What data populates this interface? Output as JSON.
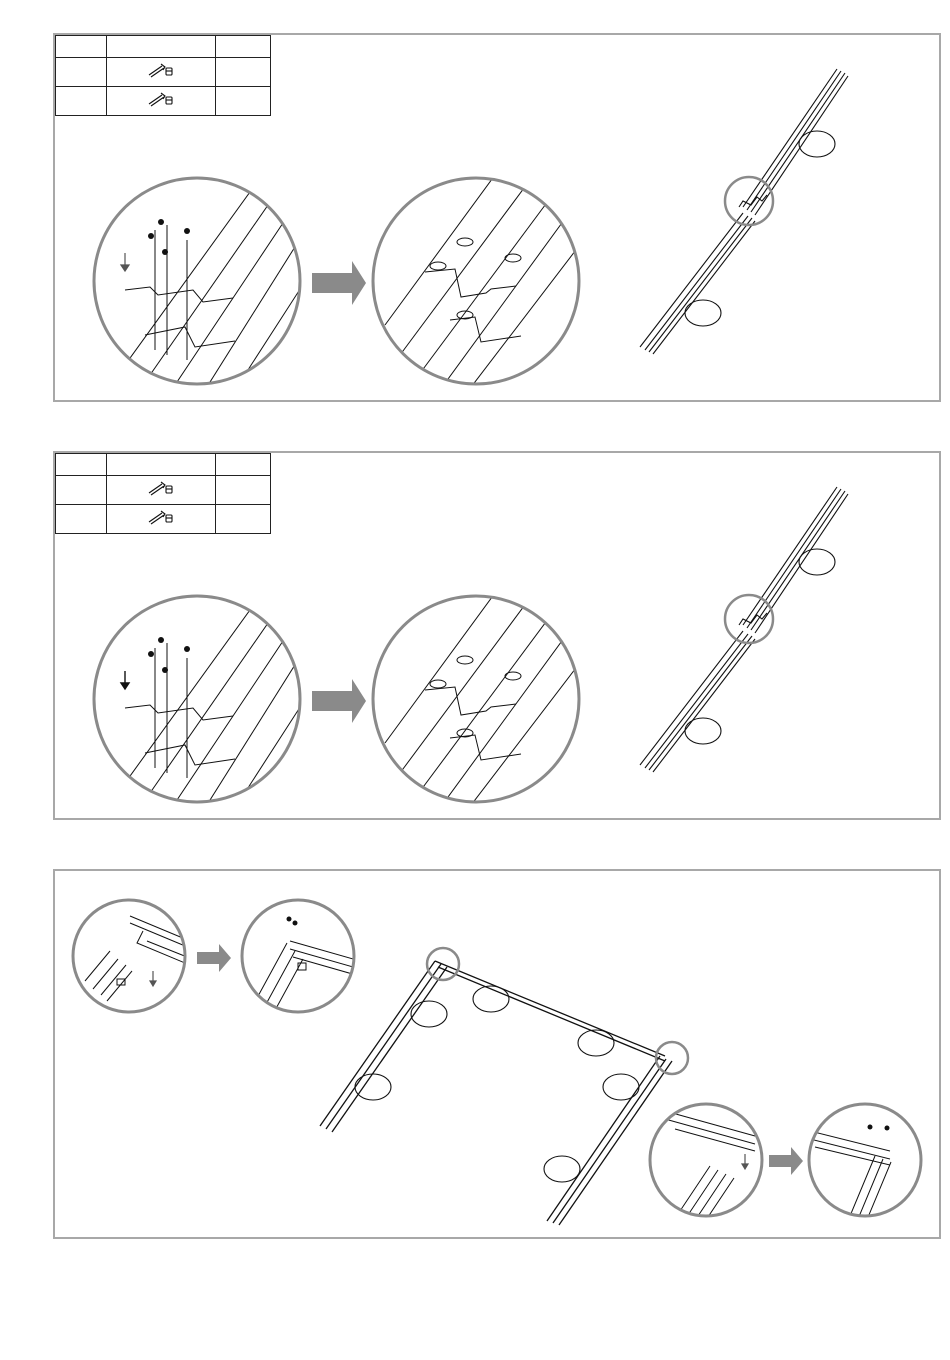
{
  "page": {
    "background": "#ffffff",
    "panel_border_color": "#a8a8a8",
    "arrow_color": "#8a8a8a"
  },
  "panels": [
    {
      "id": "step-rail-join-1",
      "parts_table": {
        "header": [
          "",
          "",
          ""
        ],
        "rows": [
          {
            "qty_label": "",
            "icon": "screw-nut-icon",
            "code": ""
          },
          {
            "qty_label": "",
            "icon": "screw-nut-icon",
            "code": ""
          }
        ]
      },
      "callouts": [
        "",
        ""
      ],
      "detail_views": [
        "screw-insertion-detail",
        "fastened-detail"
      ],
      "icons": [
        "down-arrow-icon",
        "right-arrow-icon",
        "magnify-circle-icon"
      ]
    },
    {
      "id": "step-rail-join-2",
      "parts_table": {
        "header": [
          "",
          "",
          ""
        ],
        "rows": [
          {
            "qty_label": "",
            "icon": "screw-nut-icon",
            "code": ""
          },
          {
            "qty_label": "",
            "icon": "screw-nut-icon",
            "code": ""
          }
        ]
      },
      "callouts": [
        "",
        ""
      ],
      "detail_views": [
        "screw-insertion-detail",
        "fastened-detail"
      ],
      "icons": [
        "down-arrow-icon",
        "right-arrow-icon",
        "magnify-circle-icon"
      ]
    },
    {
      "id": "step-frame-assembly",
      "callouts": [
        "",
        "",
        "",
        "",
        "",
        ""
      ],
      "detail_views": [
        "corner-left-before",
        "corner-left-after",
        "corner-right-before",
        "corner-right-after"
      ],
      "icons": [
        "right-arrow-icon",
        "down-arrow-icon",
        "magnify-circle-icon"
      ]
    }
  ]
}
